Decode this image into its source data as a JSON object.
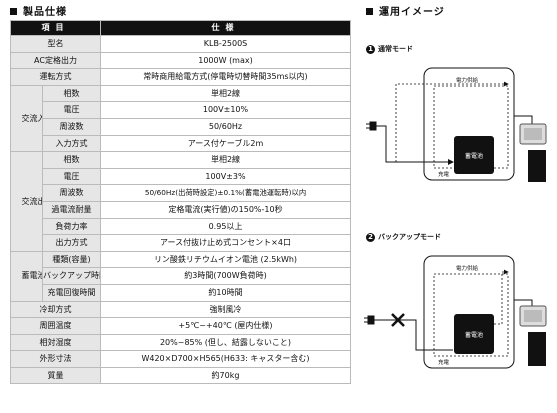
{
  "spec_section": {
    "title": "製品仕様"
  },
  "usage_section": {
    "title": "運用イメージ"
  },
  "table": {
    "header": {
      "item": "項目",
      "spec": "仕様"
    },
    "rows_top": [
      {
        "label": "型名",
        "value": "KLB-2500S"
      },
      {
        "label": "AC定格出力",
        "value": "1000W (max)"
      },
      {
        "label": "運転方式",
        "value": "常時商用給電方式(停電時切替時間35ms以内)"
      }
    ],
    "ac_input": {
      "group": "交流入力",
      "rows": [
        {
          "label": "相数",
          "value": "単相2線"
        },
        {
          "label": "電圧",
          "value": "100V±10%"
        },
        {
          "label": "周波数",
          "value": "50/60Hz"
        },
        {
          "label": "入力方式",
          "value": "アース付ケーブル2m"
        }
      ]
    },
    "ac_output": {
      "group": "交流出力",
      "rows": [
        {
          "label": "相数",
          "value": "単相2線"
        },
        {
          "label": "電圧",
          "value": "100V±3%"
        },
        {
          "label": "周波数",
          "value": "50/60Hz(出荷時設定)±0.1%(蓄電池運転時)以内"
        },
        {
          "label": "過電流耐量",
          "value": "定格電流(実行値)の150%-10秒"
        },
        {
          "label": "負荷力率",
          "value": "0.95以上"
        },
        {
          "label": "出力方式",
          "value": "アース付抜け止め式コンセント×4口"
        }
      ]
    },
    "battery": {
      "group": "蓄電池",
      "rows": [
        {
          "label": "種類(容量)",
          "value": "リン酸鉄リチウムイオン電池 (2.5kWh)"
        },
        {
          "label": "バックアップ時間",
          "value": "約3時間(700W負荷時)"
        },
        {
          "label": "充電回復時間",
          "value": "約10時間"
        }
      ]
    },
    "rows_bottom": [
      {
        "label": "冷却方式",
        "value": "強制風冷"
      },
      {
        "label": "周囲温度",
        "value": "+5℃~+40℃ (屋内仕様)"
      },
      {
        "label": "相対湿度",
        "value": "20%~85% (但し、結露しないこと)"
      },
      {
        "label": "外形寸法",
        "value": "W420×D700×H565(H633: キャスター含む)"
      },
      {
        "label": "質量",
        "value": "約70kg"
      }
    ]
  },
  "modes": [
    {
      "number": "1",
      "title": "通常モード",
      "supply_label": "電力供給",
      "charge_label": "充電",
      "battery_label": "蓄電池"
    },
    {
      "number": "2",
      "title": "バックアップモード",
      "supply_label": "電力供給",
      "charge_label": "充電",
      "battery_label": "蓄電池"
    }
  ]
}
